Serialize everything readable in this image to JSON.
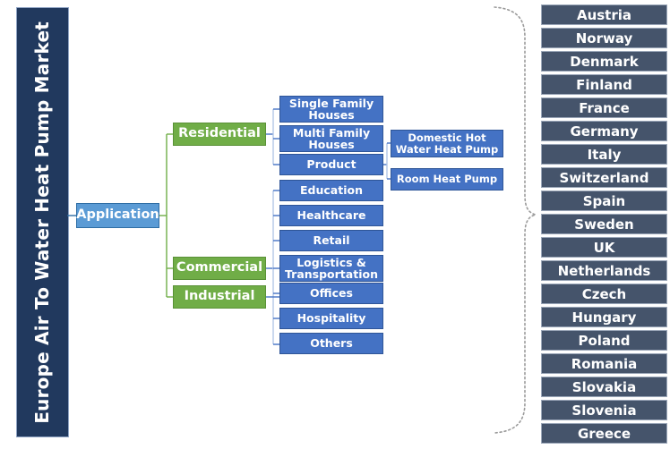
{
  "title_bar": {
    "text": "Europe Air To Water Heat Pump Market"
  },
  "root": {
    "label": "Application"
  },
  "segments": [
    {
      "label": "Residential"
    },
    {
      "label": "Commercial"
    },
    {
      "label": "Industrial"
    }
  ],
  "residential_items": [
    {
      "label": "Single Family Houses"
    },
    {
      "label": "Multi Family Houses"
    },
    {
      "label": "Product"
    }
  ],
  "product_items": [
    {
      "label": "Domestic Hot Water Heat Pump"
    },
    {
      "label": "Room Heat Pump"
    }
  ],
  "commercial_items": [
    {
      "label": "Education"
    },
    {
      "label": "Healthcare"
    },
    {
      "label": "Retail"
    },
    {
      "label": "Logistics & Transportation"
    },
    {
      "label": "Offices"
    },
    {
      "label": "Hospitality"
    },
    {
      "label": "Others"
    }
  ],
  "countries": [
    {
      "label": "Austria"
    },
    {
      "label": "Norway"
    },
    {
      "label": "Denmark"
    },
    {
      "label": "Finland"
    },
    {
      "label": "France"
    },
    {
      "label": "Germany"
    },
    {
      "label": "Italy"
    },
    {
      "label": "Switzerland"
    },
    {
      "label": "Spain"
    },
    {
      "label": "Sweden"
    },
    {
      "label": "UK"
    },
    {
      "label": "Netherlands"
    },
    {
      "label": "Czech"
    },
    {
      "label": "Hungary"
    },
    {
      "label": "Poland"
    },
    {
      "label": "Romania"
    },
    {
      "label": "Slovakia"
    },
    {
      "label": "Slovenia"
    },
    {
      "label": "Greece"
    }
  ],
  "colors": {
    "title_bar": "#21395e",
    "application": "#5b9bd5",
    "segment": "#70ad47",
    "item": "#4472c4",
    "country": "#45546b",
    "brace": "#808080"
  }
}
